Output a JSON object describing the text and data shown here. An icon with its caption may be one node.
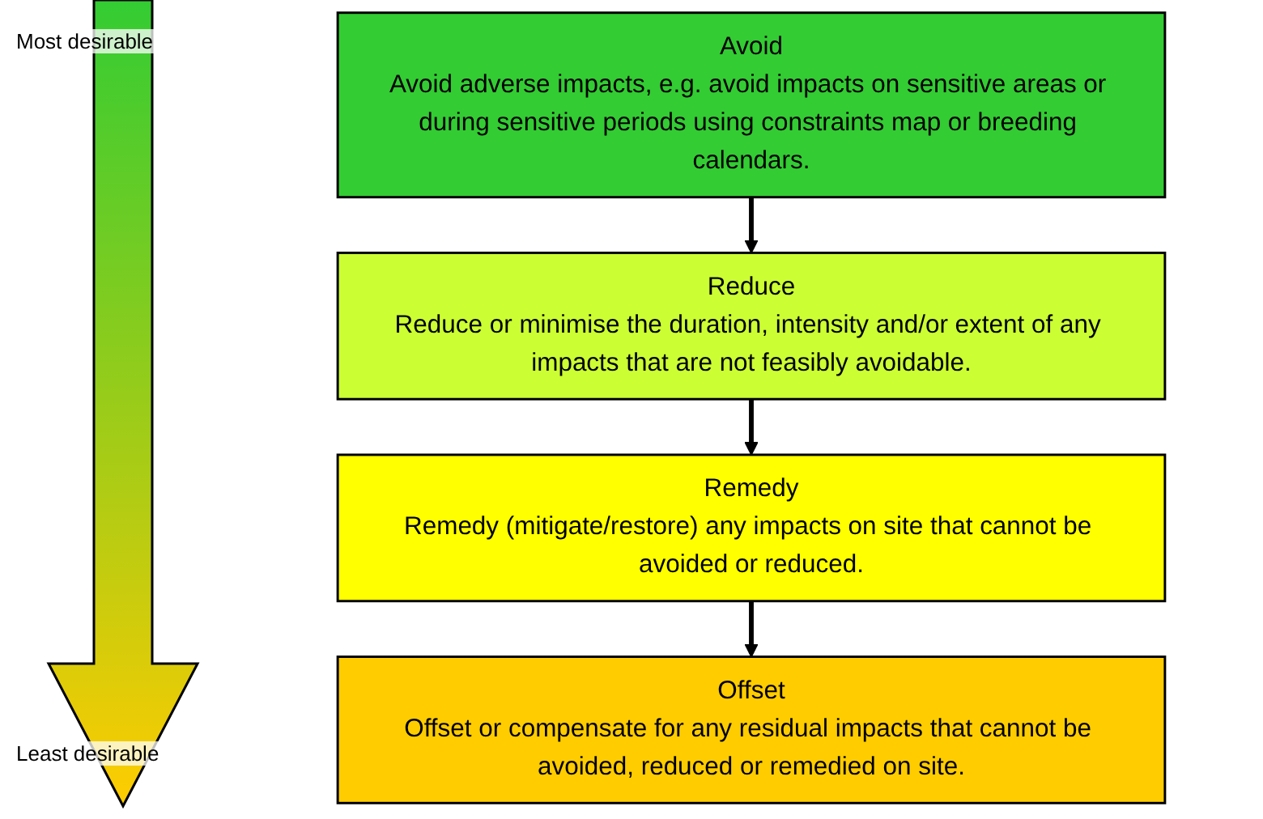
{
  "diagram": {
    "nodes": [
      {
        "text": [
          "Avoid",
          "Avoid adverse impacts, e.g. avoid impacts on sensitive areas or during sensitive periods using constraints map or breeding calendars."
        ]
      },
      {
        "text": [
          "Reduce",
          "Reduce or minimise the duration, intensity and/or extent of any impacts that are not feasibly avoidable."
        ]
      },
      {
        "text": [
          "Remedy",
          "Remedy (mitigate/restore) any impacts on site that cannot be avoided or reduced."
        ]
      },
      {
        "text": [
          "Offset",
          "Offset or compensate for any residual impacts that cannot be avoided, reduced or remedied on site."
        ]
      }
    ],
    "edges": [
      {
        "from": 0,
        "to": 1,
        "arrow": "to"
      },
      {
        "from": 1,
        "to": 2,
        "arrow": "to"
      },
      {
        "from": 2,
        "to": 3,
        "arrow": "to"
      }
    ],
    "labels": [
      "Most desirable",
      "Least desirable"
    ]
  }
}
